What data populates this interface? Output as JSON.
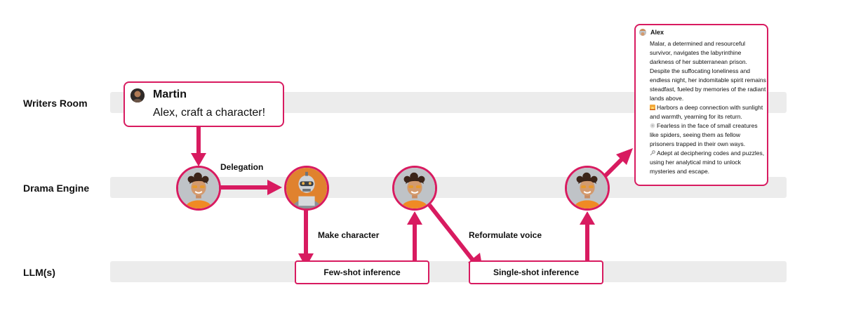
{
  "lanes": {
    "writers_room": "Writers Room",
    "drama_engine": "Drama Engine",
    "llms": "LLM(s)"
  },
  "message": {
    "name": "Martin",
    "text": "Alex, craft a character!"
  },
  "edges": {
    "delegation": "Delegation",
    "make_character": "Make character",
    "reformulate_voice": "Reformulate voice"
  },
  "llm_boxes": {
    "few_shot": "Few-shot inference",
    "single_shot": "Single-shot inference"
  },
  "card": {
    "name": "Alex",
    "intro": "Malar, a determined and resourceful survivor, navigates the labyrinthine darkness of her subterranean prison. Despite the suffocating loneliness and endless night, her indomitable spirit remains steadfast, fueled by memories of the radiant lands above.",
    "bullet1": "Harbors a deep connection with sunlight and warmth, yearning for its return.",
    "bullet2": "Fearless in the face of small creatures like spiders, seeing them as fellow prisoners trapped in their own ways.",
    "bullet3": "Adept at deciphering codes and puzzles, using her analytical mind to unlock mysteries and escape."
  },
  "icons": {
    "person": "person-avatar-icon",
    "robot": "robot-avatar-icon",
    "sunrise": "sunrise-icon",
    "spider": "spider-icon",
    "key": "key-icon"
  },
  "colors": {
    "accent": "#d81b60",
    "lane": "#ececec"
  }
}
